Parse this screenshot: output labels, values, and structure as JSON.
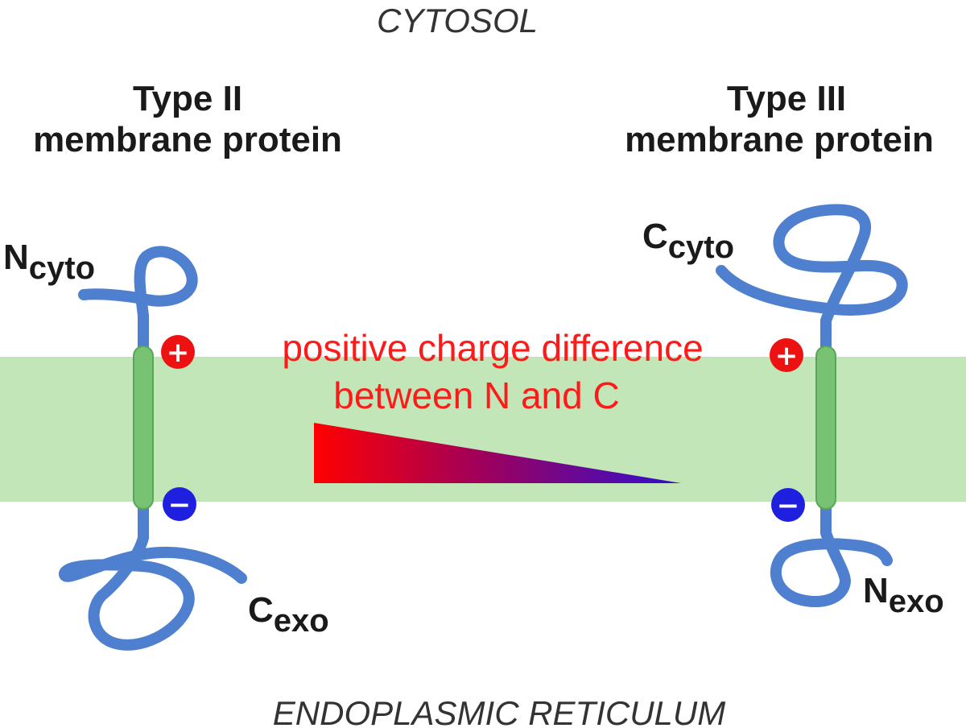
{
  "regions": {
    "top": "CYTOSOL",
    "bottom": "ENDOPLASMIC RETICULUM"
  },
  "proteins": [
    {
      "title_line1": "Type II",
      "title_line2": "membrane protein",
      "top_terminus": {
        "letter": "N",
        "sub": "cyto"
      },
      "bottom_terminus": {
        "letter": "C",
        "sub": "exo"
      }
    },
    {
      "title_line1": "Type III",
      "title_line2": "membrane protein",
      "top_terminus": {
        "letter": "C",
        "sub": "cyto"
      },
      "bottom_terminus": {
        "letter": "N",
        "sub": "exo"
      }
    }
  ],
  "charge": {
    "line1": "positive charge difference",
    "line2": "between N and C",
    "plus_symbol": "+",
    "minus_symbol": "−"
  },
  "colors": {
    "membrane": "#c2e6b8",
    "transmembrane_segment": "#78c274",
    "chain": "#4f7fcf",
    "plus": "#ee1111",
    "minus": "#1f1fe0",
    "charge_text": "#ff1a1a",
    "gradient_start": "#ff0000",
    "gradient_end": "#3010d0"
  }
}
